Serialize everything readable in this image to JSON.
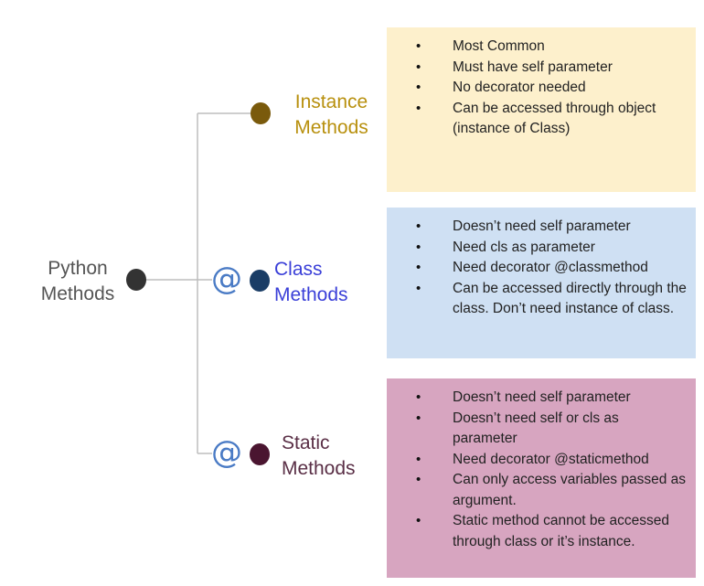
{
  "root": {
    "line1": "Python",
    "line2": "Methods"
  },
  "decorator_symbol": "@",
  "branches": [
    {
      "title_line1": "Instance",
      "title_line2": "Methods",
      "color": "#b8900e",
      "node_color": "#7a5a0c",
      "box_color": "#fdf0cc",
      "bullets": [
        "Most Common",
        "Must have self parameter",
        "No decorator needed",
        "Can be accessed through object (instance of Class)"
      ]
    },
    {
      "title_line1": "Class",
      "title_line2": "Methods",
      "color": "#3a3fd8",
      "node_color": "#1a3d66",
      "box_color": "#cfe0f3",
      "bullets": [
        "Doesn’t need self parameter",
        "Need cls as parameter",
        "Need decorator @classmethod",
        "Can be accessed directly through the class. Don’t need instance of class."
      ]
    },
    {
      "title_line1": "Static",
      "title_line2": "Methods",
      "color": "#5a2f46",
      "node_color": "#4a1530",
      "box_color": "#d7a5c0",
      "bullets": [
        "Doesn’t need self parameter",
        "Doesn’t need self or cls as parameter",
        "Need decorator @staticmethod",
        "Can only access variables passed as argument.",
        "Static method cannot be accessed through class or it’s instance."
      ]
    }
  ]
}
